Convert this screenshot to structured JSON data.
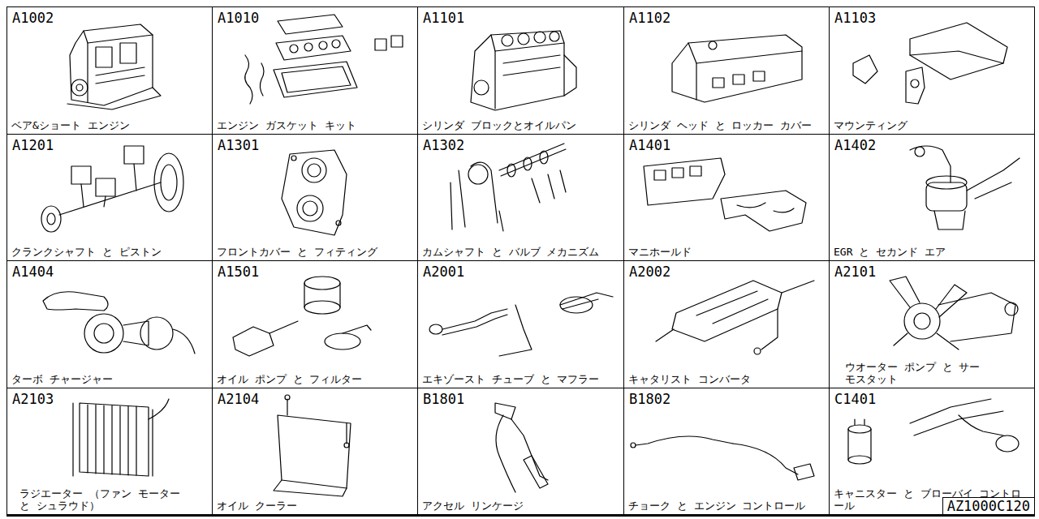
{
  "diagram": {
    "nodes": [
      {
        "text": [
          "A1002",
          "ベア&ショート エンジン"
        ]
      },
      {
        "text": [
          "A1010",
          "エンジン ガスケット キット"
        ]
      },
      {
        "text": [
          "A1101",
          "シリンダ ブロックとオイルパン"
        ]
      },
      {
        "text": [
          "A1102",
          "シリンダ ヘッド と ロッカー カバー"
        ]
      },
      {
        "text": [
          "A1103",
          "マウンティング"
        ]
      },
      {
        "text": [
          "A1201",
          "クランクシャフト と ピストン"
        ]
      },
      {
        "text": [
          "A1301",
          "フロントカバー と フィティング"
        ]
      },
      {
        "text": [
          "A1302",
          "カムシャフト と バルブ メカニズム"
        ]
      },
      {
        "text": [
          "A1401",
          "マニホールド"
        ]
      },
      {
        "text": [
          "A1402",
          "EGR と セカンド エア"
        ]
      },
      {
        "text": [
          "A1404",
          "ターボ チャージャー"
        ]
      },
      {
        "text": [
          "A1501",
          "オイル ポンプ と フィルター"
        ]
      },
      {
        "text": [
          "A2001",
          "エキゾースト チューブ と マフラー"
        ]
      },
      {
        "text": [
          "A2002",
          "キャタリスト コンバータ"
        ]
      },
      {
        "text": [
          "A2101",
          "ウオーター ポンプ と サーモスタット"
        ]
      },
      {
        "text": [
          "A2103",
          "ラジエーター （ファン モーター と シュラウド）"
        ]
      },
      {
        "text": [
          "A2104",
          "オイル クーラー"
        ]
      },
      {
        "text": [
          "B1801",
          "アクセル リンケージ"
        ]
      },
      {
        "text": [
          "B1802",
          "チョーク と エンジン コントロール"
        ]
      },
      {
        "text": [
          "C1401",
          "キャニスター と ブローバイ コントロール"
        ]
      },
      {
        "text": [
          "AZ1000C120"
        ],
        "in": 19
      }
    ]
  }
}
